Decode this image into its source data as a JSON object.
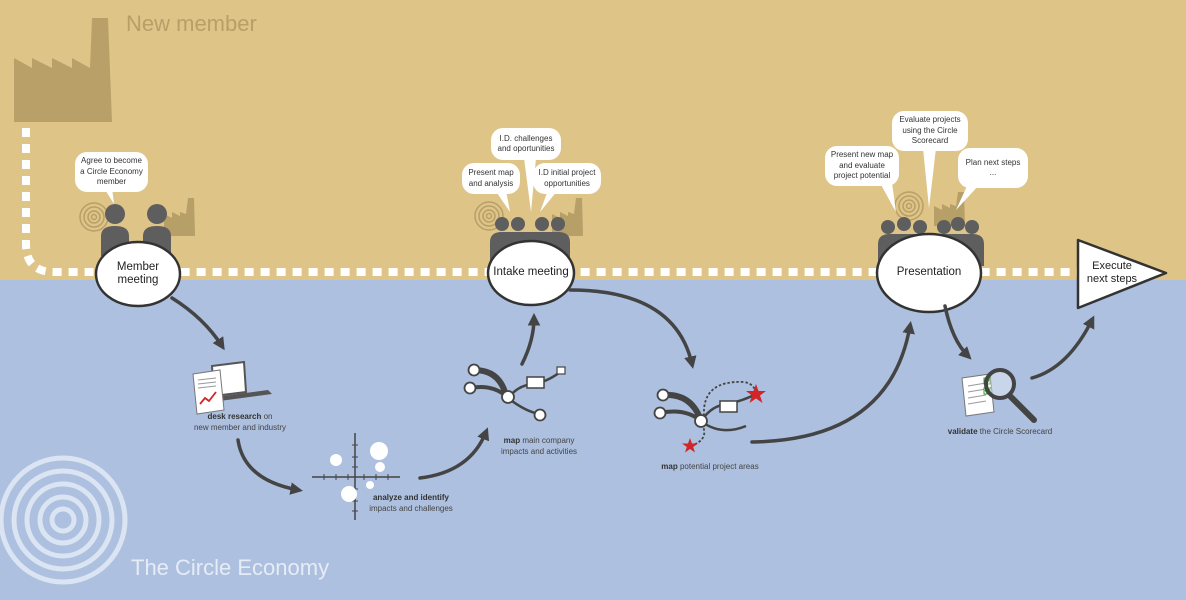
{
  "zones": {
    "top_title": "New member",
    "bottom_title": "The Circle Economy"
  },
  "colors": {
    "top_band": "#dfc487",
    "bottom_band": "#adc0df",
    "icon_gold": "#b79f68",
    "people": "#5e5e5e",
    "arrow": "#444444",
    "star": "#d0262a"
  },
  "meetings": {
    "member": "Member meeting",
    "intake": "Intake meeting",
    "presentation": "Presentation",
    "execute_line1": "Execute",
    "execute_line2": "next steps"
  },
  "bubbles": {
    "agree": "Agree to become a Circle Economy member",
    "present_map": "Present map and analysis",
    "id_challenges": "I.D. challenges and oportunities",
    "id_projects": "I.D initial project opportunities",
    "present_new_map": "Present new map and evaluate project potential",
    "evaluate": "Evaluate projects using the Circle Scorecard",
    "plan": "Plan next steps ..."
  },
  "activities": {
    "desk_bold": "desk research",
    "desk_rest1": " on",
    "desk_rest2": "new member and industry",
    "analyze_bold": "analyze and identify",
    "analyze_rest": "impacts and challenges",
    "map_bold": "map",
    "map_rest1": " main company",
    "map_rest2": "impacts and activities",
    "potential_bold": "map",
    "potential_rest": " potential project areas",
    "validate_bold": "validate",
    "validate_rest": " the Circle Scorecard"
  }
}
